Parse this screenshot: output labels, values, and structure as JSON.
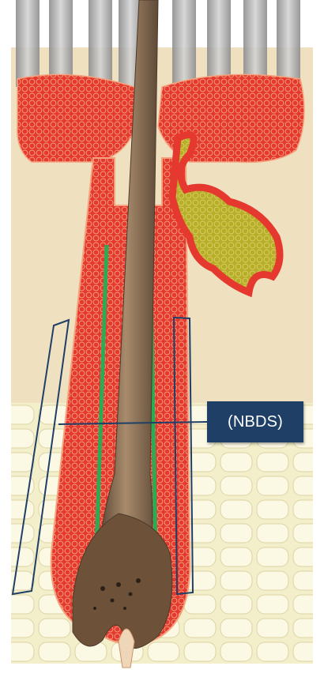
{
  "labels": {
    "region_label": "(NBDS)"
  },
  "colors": {
    "cell_red": "#e5392f",
    "cell_outline": "#f4a37e",
    "sebaceous_yellow": "#b8ad27",
    "hair_shaft": "#7a6148",
    "green_layer": "#2cab55",
    "dermis_beige": "#efe0c0",
    "fat_cream": "#f3efcb",
    "annotation_navy": "#1f3f66"
  },
  "icons": {
    "marker_left": "outlined-region-left",
    "marker_right": "outlined-region-right"
  }
}
